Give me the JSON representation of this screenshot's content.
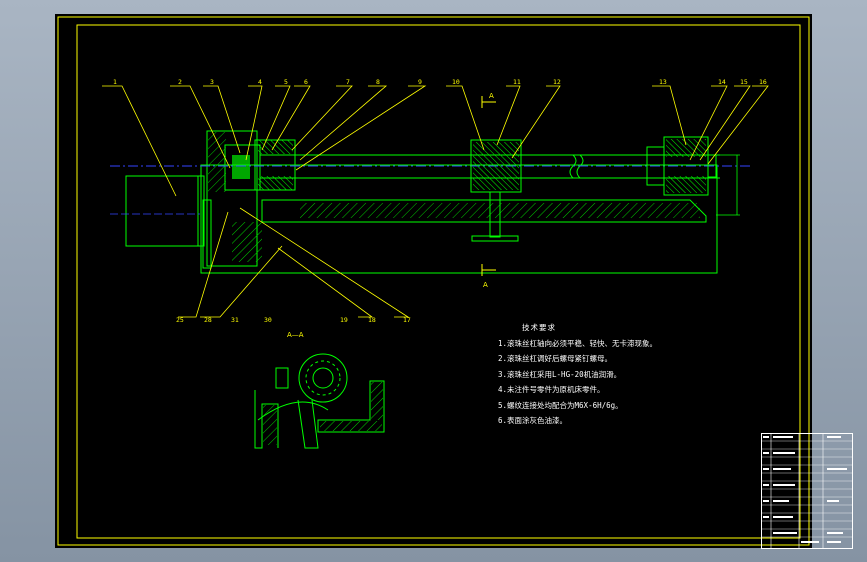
{
  "drawing": {
    "background": "#000000",
    "frame_color": "#ffff00",
    "part_color": "#00ff00",
    "leader_color": "#ffff00",
    "centerline_color": "#3344ff",
    "text_color": "#ffffff"
  },
  "balloons": [
    "1",
    "2",
    "3",
    "4",
    "5",
    "6",
    "7",
    "8",
    "9",
    "10",
    "11",
    "12",
    "13",
    "14",
    "15",
    "16",
    "25",
    "28",
    "31",
    "30",
    "19",
    "18",
    "17"
  ],
  "section_marks": {
    "top": "A",
    "bottom": "A",
    "view_label": "A—A"
  },
  "tech_notes": {
    "title": "技术要求",
    "items": [
      "1.滚珠丝杠轴向必须平稳、轻快、无卡滞现象。",
      "2.滚珠丝杠调好后螺母紧钉螺母。",
      "3.滚珠丝杠采用L-HG-20机油润滑。",
      "4.未注件号零件为原机床零件。",
      "5.螺纹连接处均配合为M6X-6H/6g。",
      "6.表面涂灰色油漆。"
    ]
  },
  "title_block": {
    "rows": 14
  }
}
